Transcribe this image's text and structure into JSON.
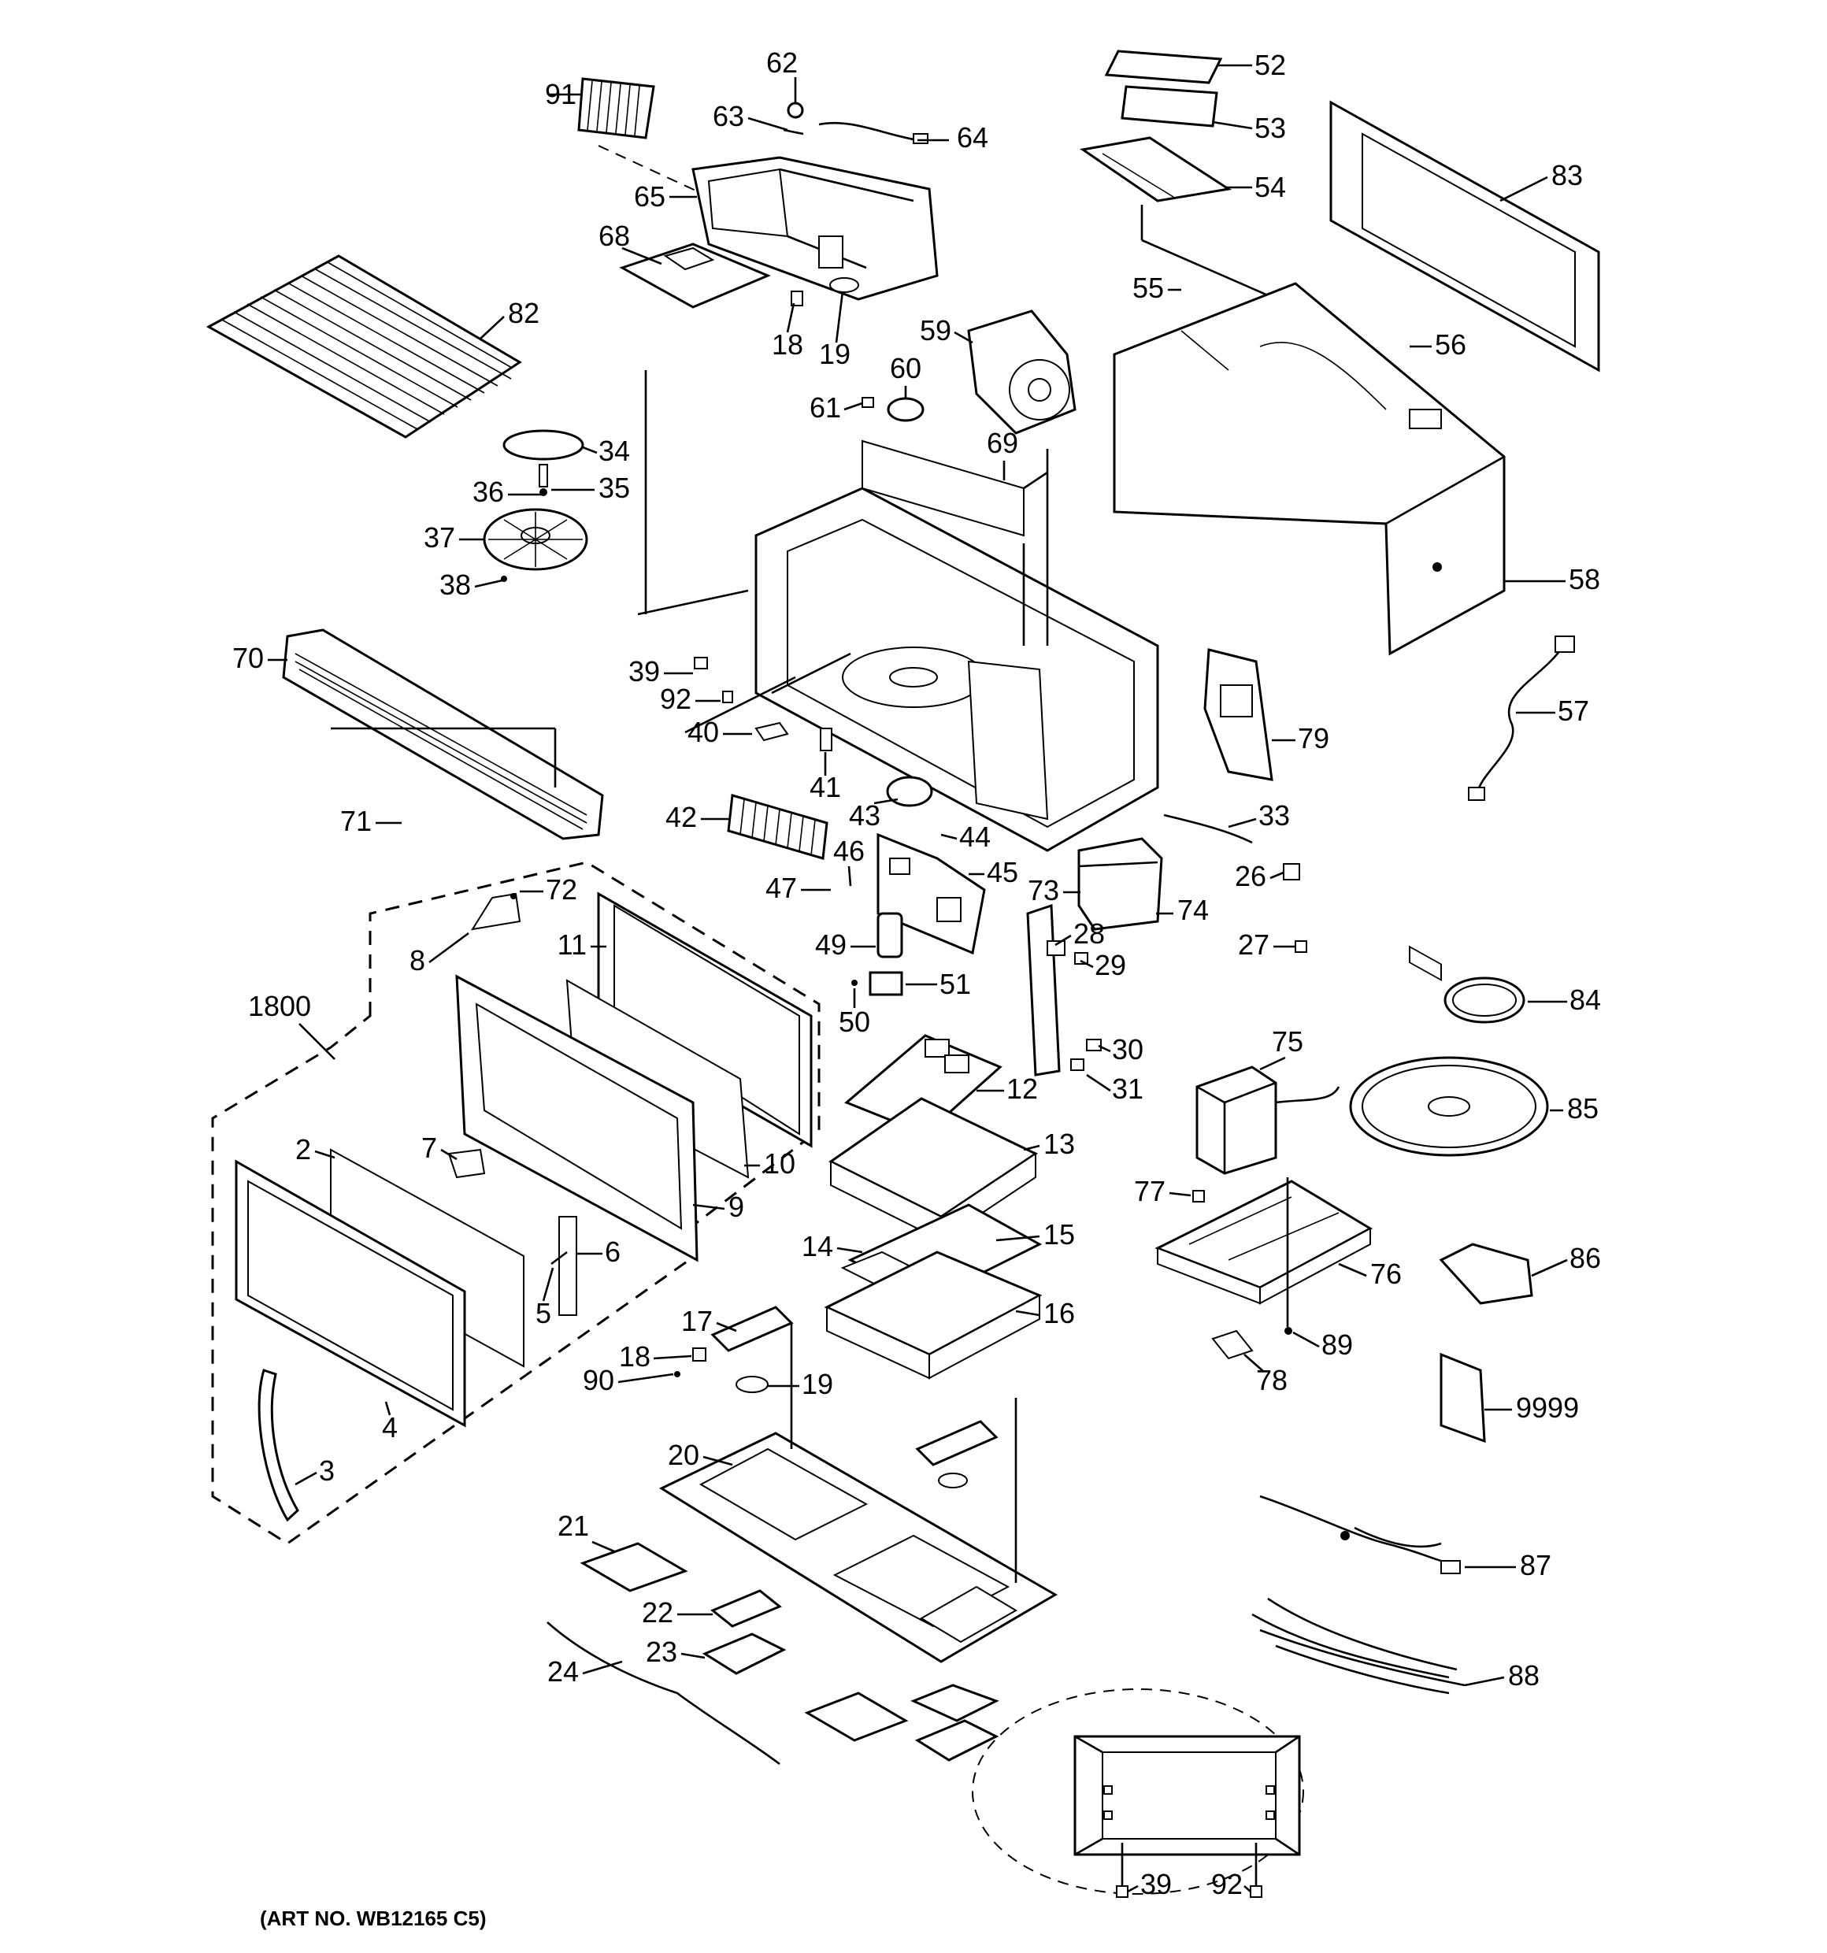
{
  "art_number": "(ART NO. WB12165 C5)",
  "callouts": [
    "91",
    "62",
    "63",
    "64",
    "65",
    "68",
    "18",
    "19",
    "52",
    "53",
    "54",
    "83",
    "82",
    "34",
    "35",
    "36",
    "37",
    "38",
    "55",
    "56",
    "59",
    "60",
    "61",
    "69",
    "58",
    "70",
    "39",
    "92",
    "40",
    "41",
    "42",
    "43",
    "44",
    "57",
    "79",
    "33",
    "71",
    "46",
    "45",
    "47",
    "26",
    "73",
    "74",
    "72",
    "8",
    "11",
    "1800",
    "49",
    "28",
    "29",
    "27",
    "51",
    "50",
    "30",
    "31",
    "84",
    "75",
    "12",
    "85",
    "7",
    "2",
    "10",
    "13",
    "9",
    "77",
    "14",
    "15",
    "6",
    "5",
    "16",
    "76",
    "86",
    "17",
    "89",
    "18",
    "90",
    "19",
    "78",
    "4",
    "9999",
    "20",
    "3",
    "21",
    "87",
    "22",
    "23",
    "88",
    "24",
    "39",
    "92"
  ]
}
